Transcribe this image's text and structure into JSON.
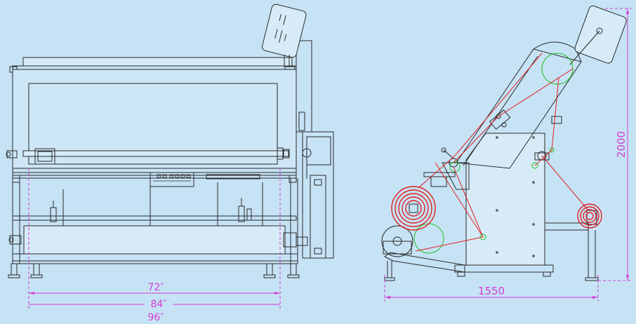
{
  "colors": {
    "background": "#c6e3f5",
    "outline": "#2a2a2a",
    "dimension": "#d63ad6",
    "belt": "#e02020",
    "roller": "#1fbf1f",
    "fabric_roll": "#e02020"
  },
  "front_view": {
    "width_labels": [
      "72″",
      "84″",
      "96″"
    ]
  },
  "side_view": {
    "width_label": "1550",
    "height_label": "2000"
  }
}
